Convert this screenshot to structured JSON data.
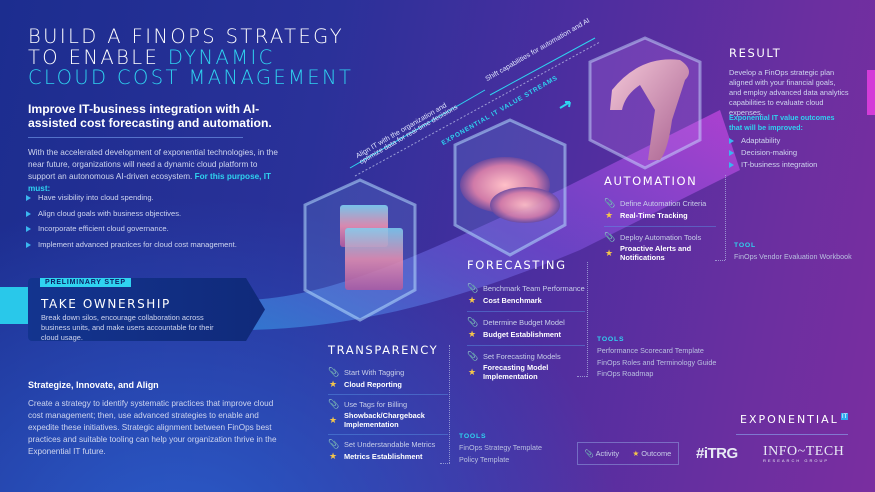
{
  "header": {
    "title_line1": "BUILD A FINOPS STRATEGY",
    "title_line2a": "TO ENABLE ",
    "title_line2b": "DYNAMIC",
    "title_line3": "CLOUD COST MANAGEMENT",
    "subtitle": "Improve IT-business integration with AI-assisted cost forecasting and automation.",
    "intro": "With the accelerated development of exponential technologies, in the near future, organizations will need a dynamic cloud platform to support an autonomous AI-driven ecosystem. ",
    "intro_highlight": "For this purpose, IT must:",
    "bullets": [
      "Have visibility into cloud spending.",
      "Align cloud goals with business objectives.",
      "Incorporate efficient cloud governance.",
      "Implement advanced practices for cloud cost management."
    ]
  },
  "preliminary": {
    "tag": "PRELIMINARY STEP",
    "title": "TAKE OWNERSHIP",
    "text": "Break down silos, encourage collaboration across business units, and make users accountable for their cloud usage."
  },
  "strategize": {
    "heading": "Strategize, Innovate, and Align",
    "text": "Create a strategy to identify systematic practices that improve cloud cost management; then, use advanced strategies to enable and expedite these initiatives. Strategic alignment between FinOps best practices and suitable tooling can help your organization thrive in the Exponential IT future."
  },
  "streams": {
    "label": "EXPONENTIAL IT VALUE STREAMS",
    "align": "Align IT with the organization and",
    "align2": "optimize data for real-time decisions",
    "shift": "Shift capabilities for automation and AI"
  },
  "transparency": {
    "title": "TRANSPARENCY",
    "items": [
      {
        "activity": "Start With Tagging",
        "outcome": "Cloud Reporting"
      },
      {
        "activity": "Use Tags for Billing",
        "outcome": "Showback/Chargeback Implementation"
      },
      {
        "activity": "Set Understandable Metrics",
        "outcome": "Metrics Establishment"
      }
    ],
    "tools_label": "TOOLS",
    "tools": [
      "FinOps Strategy Template",
      "Policy Template"
    ]
  },
  "forecasting": {
    "title": "FORECASTING",
    "items": [
      {
        "activity": "Benchmark Team Performance",
        "outcome": "Cost Benchmark"
      },
      {
        "activity": "Determine Budget Model",
        "outcome": "Budget Establishment"
      },
      {
        "activity": "Set Forecasting Models",
        "outcome": "Forecasting Model Implementation"
      }
    ],
    "tools_label": "TOOLS",
    "tools": [
      "Performance Scorecard Template",
      "FinOps Roles and Terminology Guide",
      "FinOps Roadmap"
    ]
  },
  "automation": {
    "title": "AUTOMATION",
    "items": [
      {
        "activity": "Define Automation Criteria",
        "outcome": "Real-Time Tracking"
      },
      {
        "activity": "Deploy Automation Tools",
        "outcome": "Proactive Alerts and Notifications"
      }
    ],
    "tools_label": "TOOL",
    "tools": [
      "FinOps Vendor Evaluation Workbook"
    ]
  },
  "result": {
    "title": "RESULT",
    "text": "Develop a FinOps strategic plan aligned with your financial goals, and employ advanced data analytics capabilities to evaluate cloud expenses.",
    "highlight": "Exponential IT value outcomes that will be improved:",
    "bullets": [
      "Adaptability",
      "Decision-making",
      "IT-business integration"
    ]
  },
  "legend": {
    "activity": "Activity",
    "outcome": "Outcome",
    "activity_icon": "paperclip-icon",
    "outcome_icon": "star-icon"
  },
  "logos": {
    "exponential": "EXPONENTIAL",
    "it_badge": "IT",
    "itrg": "#iTRG",
    "infotech": "INFO~TECH",
    "infotech_sub": "RESEARCH GROUP"
  },
  "colors": {
    "accent": "#2fd3f0",
    "star": "#f5c64a",
    "bg_left": "#1c2d8f",
    "bg_right": "#7a2ea0"
  }
}
